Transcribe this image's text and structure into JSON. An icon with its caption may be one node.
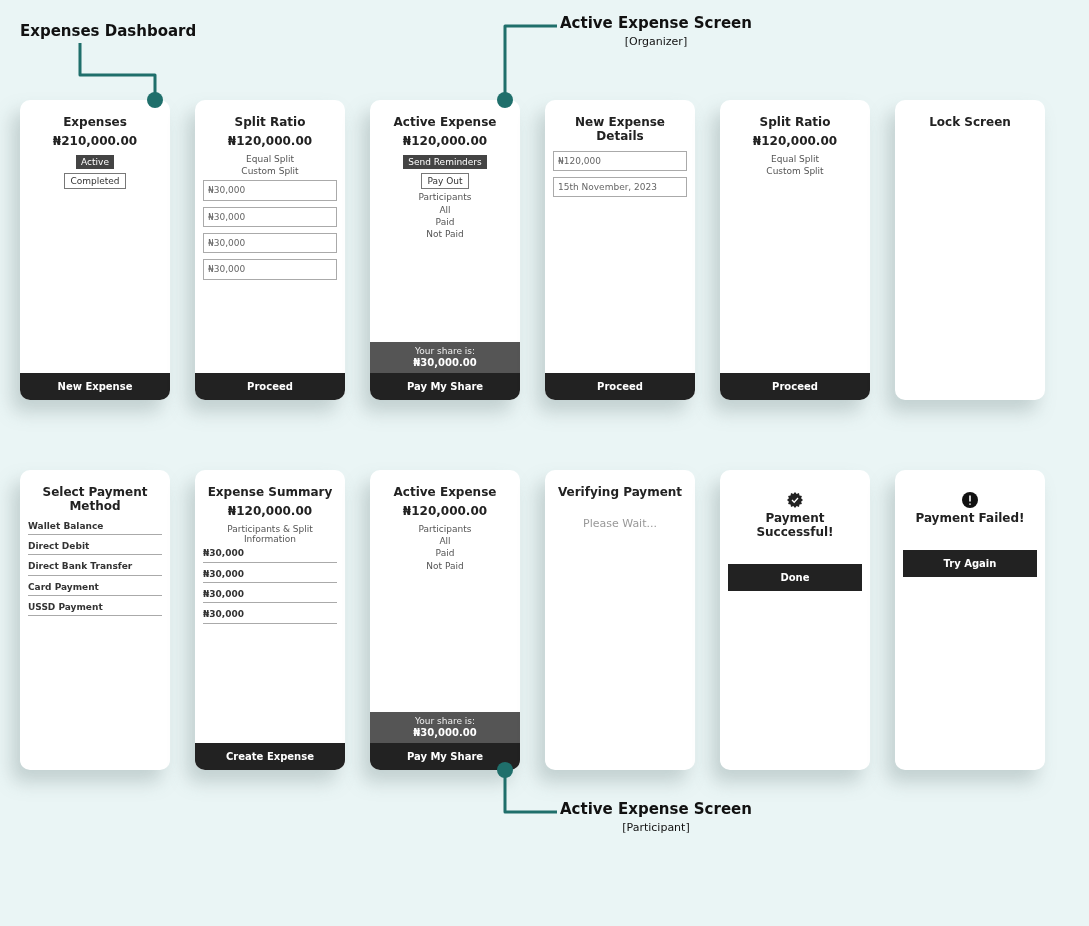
{
  "diagram": {
    "nodes": [
      {
        "text": [
          "Expenses Dashboard"
        ]
      },
      {
        "text": [
          "Active Expense Screen",
          "[Organizer]"
        ]
      },
      {
        "text": [
          "Active Expense Screen",
          "[Participant]"
        ]
      },
      {
        "text": [
          "Expenses",
          "₦210,000.00",
          "Active",
          "Completed",
          "New Expense"
        ]
      },
      {
        "text": [
          "Split Ratio",
          "₦120,000.00",
          "Equal Split",
          "Custom Split",
          "₦30,000",
          "₦30,000",
          "₦30,000",
          "₦30,000",
          "Proceed"
        ]
      },
      {
        "text": [
          "Active Expense",
          "₦120,000.00",
          "Send Reminders",
          "Pay Out",
          "Participants",
          "All",
          "Paid",
          "Not Paid",
          "Your share is:",
          "₦30,000.00",
          "Pay My Share"
        ]
      },
      {
        "text": [
          "New Expense Details",
          "₦120,000",
          "15th November, 2023",
          "Proceed"
        ]
      },
      {
        "text": [
          "Split Ratio",
          "₦120,000.00",
          "Equal Split",
          "Custom Split",
          "Proceed"
        ]
      },
      {
        "text": [
          "Select Payment Method",
          "Wallet Balance",
          "Direct Debit",
          "Direct Bank Transfer",
          "Card Payment",
          "USSD Payment"
        ]
      },
      {
        "text": [
          "Expense Summary",
          "₦120,000.00",
          "Participants & Split Information",
          "₦30,000",
          "₦30,000",
          "₦30,000",
          "₦30,000",
          "Create Expense"
        ]
      },
      {
        "text": [
          "Lock Screen"
        ]
      },
      {
        "text": [
          "Active Expense",
          "₦120,000.00",
          "Participants",
          "All",
          "Paid",
          "Not Paid",
          "Your share is:",
          "₦30,000.00",
          "Pay My Share"
        ]
      },
      {
        "text": [
          "Verifying Payment",
          "Please Wait..."
        ]
      },
      {
        "text": [
          "Payment Successful!",
          "Done"
        ]
      },
      {
        "text": [
          "Payment Failed!",
          "Try Again"
        ]
      }
    ],
    "edges": [
      {
        "from": 0,
        "to": 3,
        "arrow": "other"
      },
      {
        "from": 1,
        "to": 5,
        "arrow": "other"
      },
      {
        "from": 2,
        "to": 11,
        "arrow": "other"
      }
    ]
  }
}
